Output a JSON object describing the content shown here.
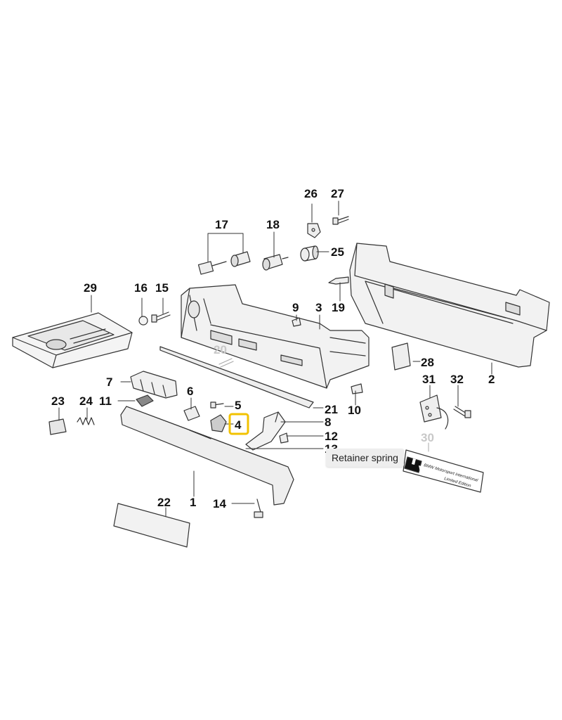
{
  "diagram": {
    "callouts": [
      {
        "id": "1",
        "label": "1"
      },
      {
        "id": "2",
        "label": "2"
      },
      {
        "id": "3",
        "label": "3"
      },
      {
        "id": "4",
        "label": "4"
      },
      {
        "id": "5",
        "label": "5"
      },
      {
        "id": "6",
        "label": "6"
      },
      {
        "id": "7",
        "label": "7"
      },
      {
        "id": "8",
        "label": "8"
      },
      {
        "id": "9",
        "label": "9"
      },
      {
        "id": "10",
        "label": "10"
      },
      {
        "id": "11",
        "label": "11"
      },
      {
        "id": "12",
        "label": "12"
      },
      {
        "id": "13",
        "label": "13"
      },
      {
        "id": "14",
        "label": "14"
      },
      {
        "id": "15",
        "label": "15"
      },
      {
        "id": "16",
        "label": "16"
      },
      {
        "id": "17",
        "label": "17"
      },
      {
        "id": "18",
        "label": "18"
      },
      {
        "id": "19",
        "label": "19"
      },
      {
        "id": "20",
        "label": "20"
      },
      {
        "id": "21",
        "label": "21"
      },
      {
        "id": "22",
        "label": "22"
      },
      {
        "id": "23",
        "label": "23"
      },
      {
        "id": "24",
        "label": "24"
      },
      {
        "id": "25",
        "label": "25"
      },
      {
        "id": "26",
        "label": "26"
      },
      {
        "id": "27",
        "label": "27"
      },
      {
        "id": "28",
        "label": "28"
      },
      {
        "id": "29",
        "label": "29"
      },
      {
        "id": "30",
        "label": "30"
      },
      {
        "id": "31",
        "label": "31"
      },
      {
        "id": "32",
        "label": "32"
      }
    ],
    "highlighted_callout": "4",
    "highlight_color": "#f2c200",
    "tooltip": "Retainer spring",
    "emblem_text": {
      "line1": "BMW Motorsport International",
      "line2": "Limited Edition"
    }
  }
}
